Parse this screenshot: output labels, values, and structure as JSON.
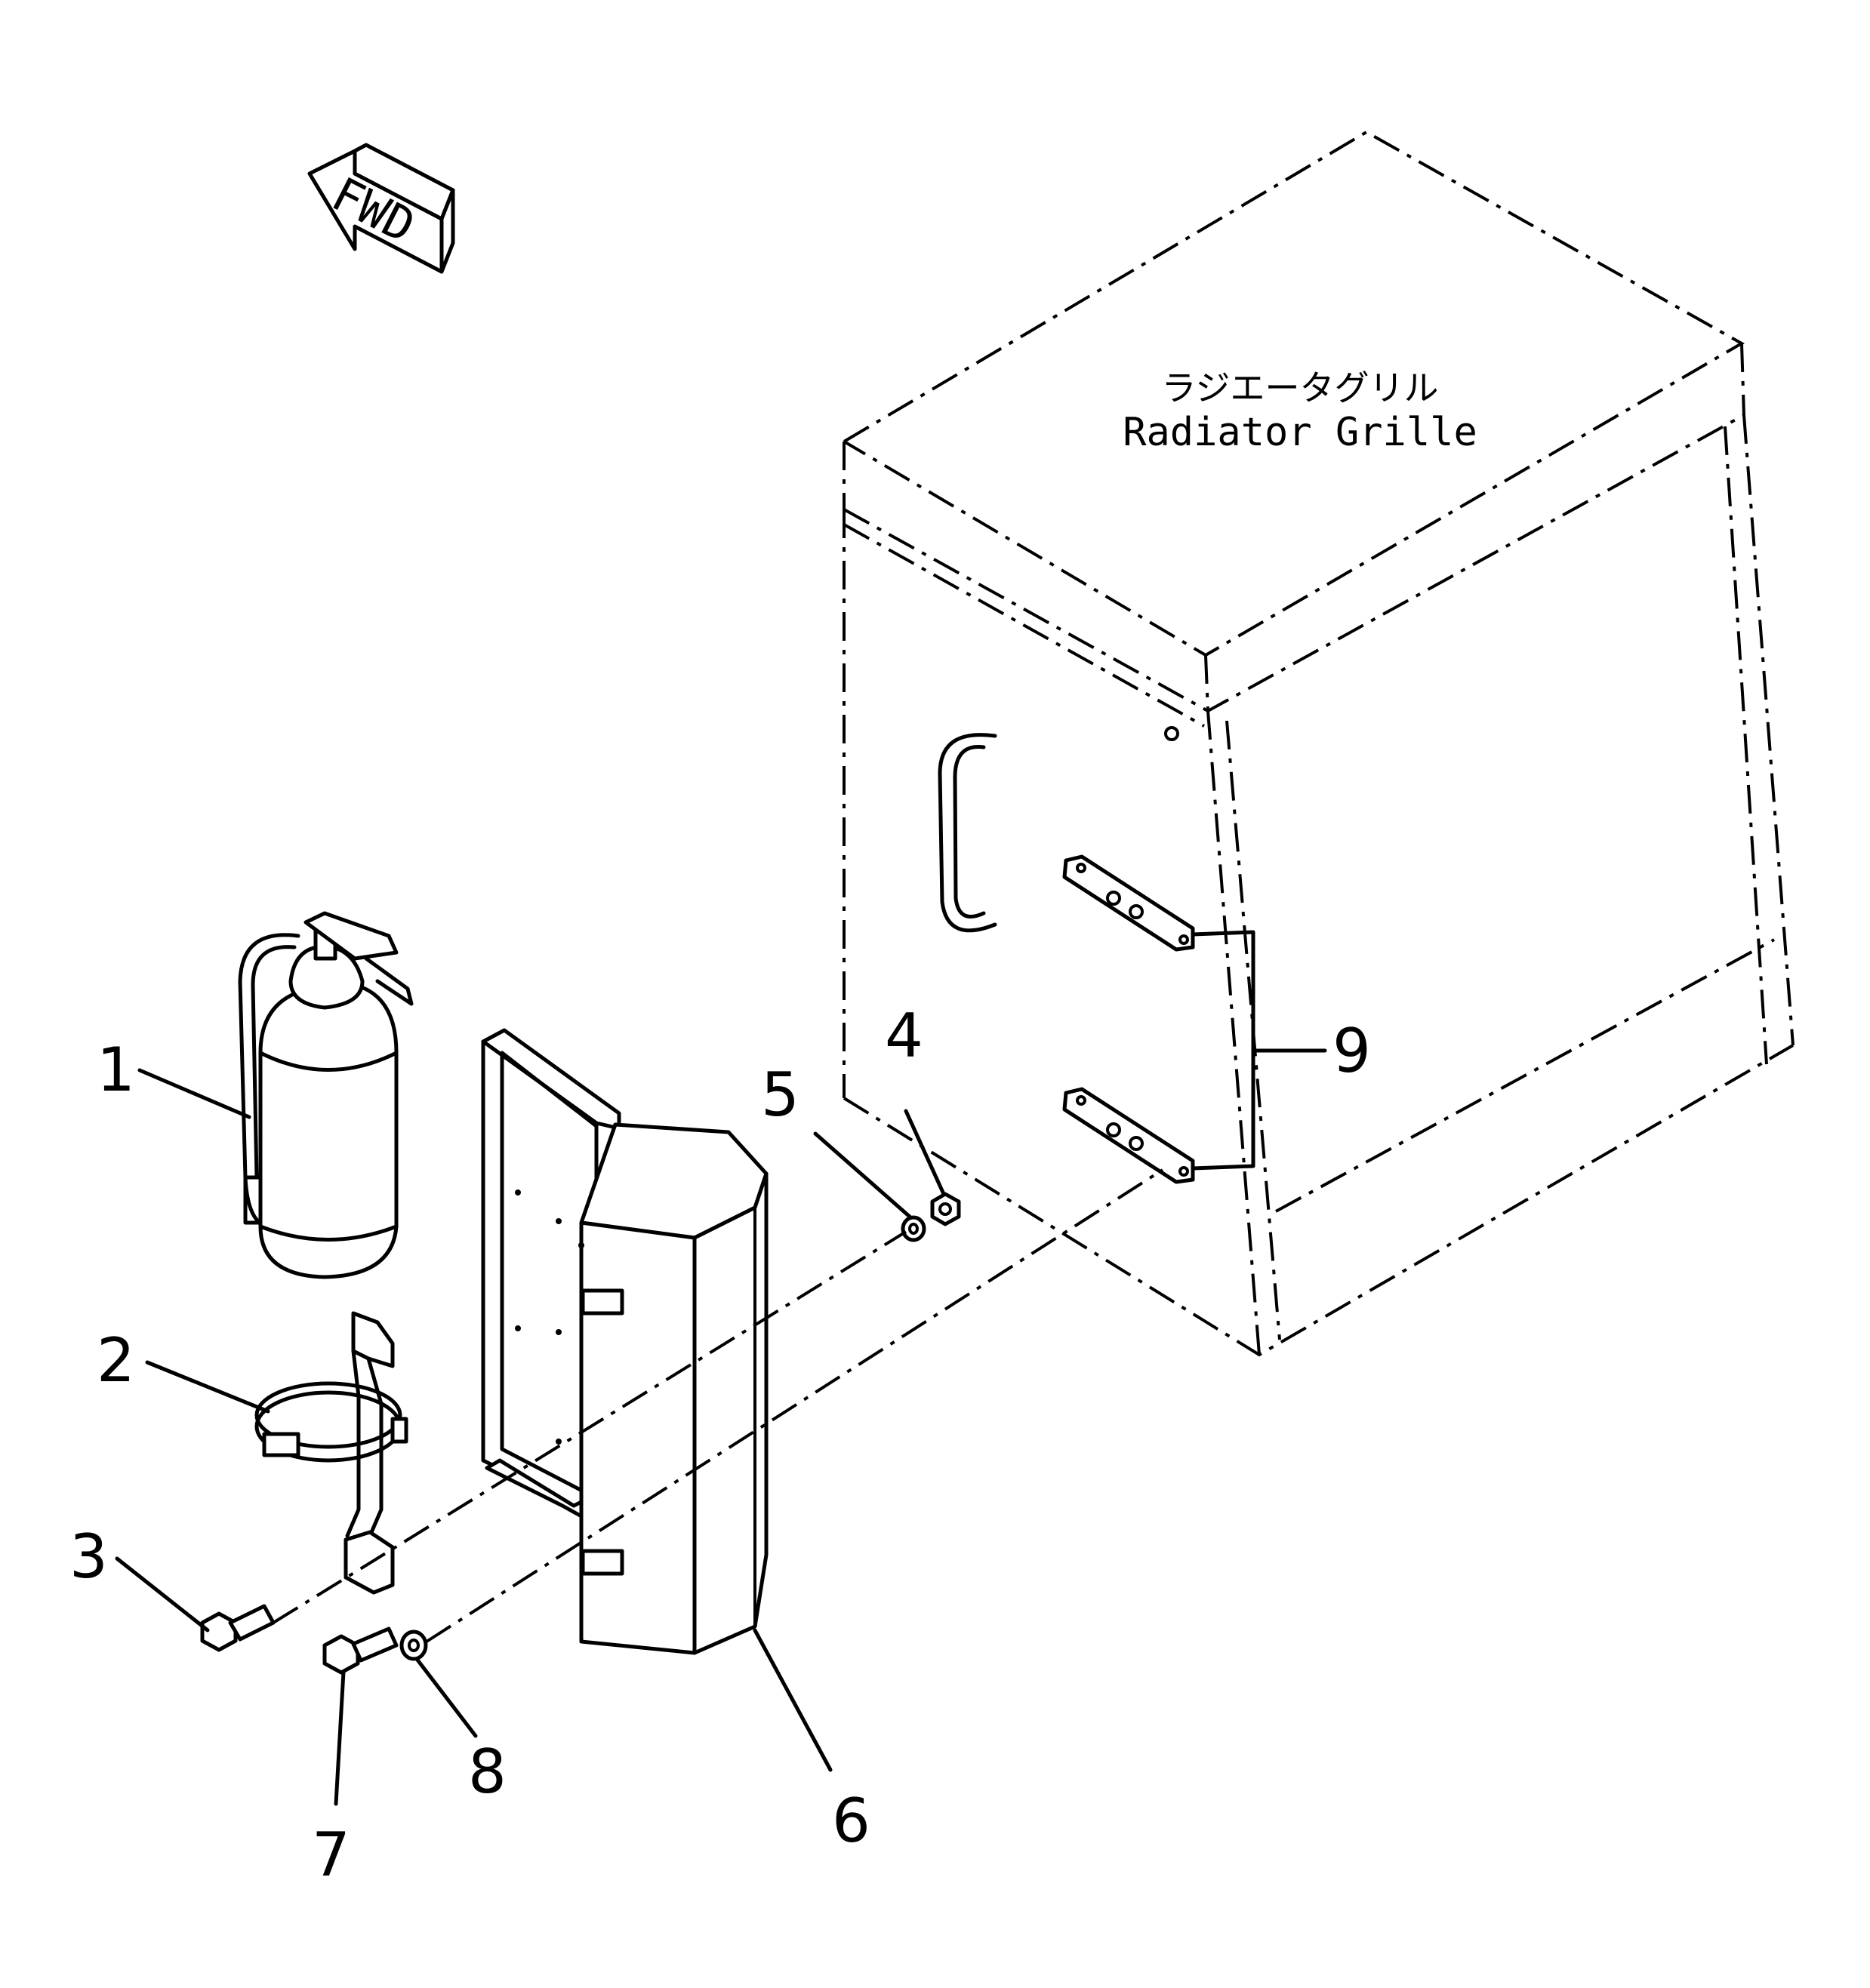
{
  "forward_arrow": {
    "label": "FWD",
    "icon": "forward-arrow-icon"
  },
  "component_label": {
    "japanese": "ラジエータグリル",
    "english": "Radiator Grille"
  },
  "callouts": [
    {
      "id": "c1",
      "text": "1"
    },
    {
      "id": "c2",
      "text": "2"
    },
    {
      "id": "c3",
      "text": "3"
    },
    {
      "id": "c4",
      "text": "4"
    },
    {
      "id": "c5",
      "text": "5"
    },
    {
      "id": "c6",
      "text": "6"
    },
    {
      "id": "c7",
      "text": "7"
    },
    {
      "id": "c8",
      "text": "8"
    },
    {
      "id": "c9",
      "text": "9"
    }
  ],
  "colors": {
    "ink": "#000000",
    "background": "#ffffff"
  }
}
